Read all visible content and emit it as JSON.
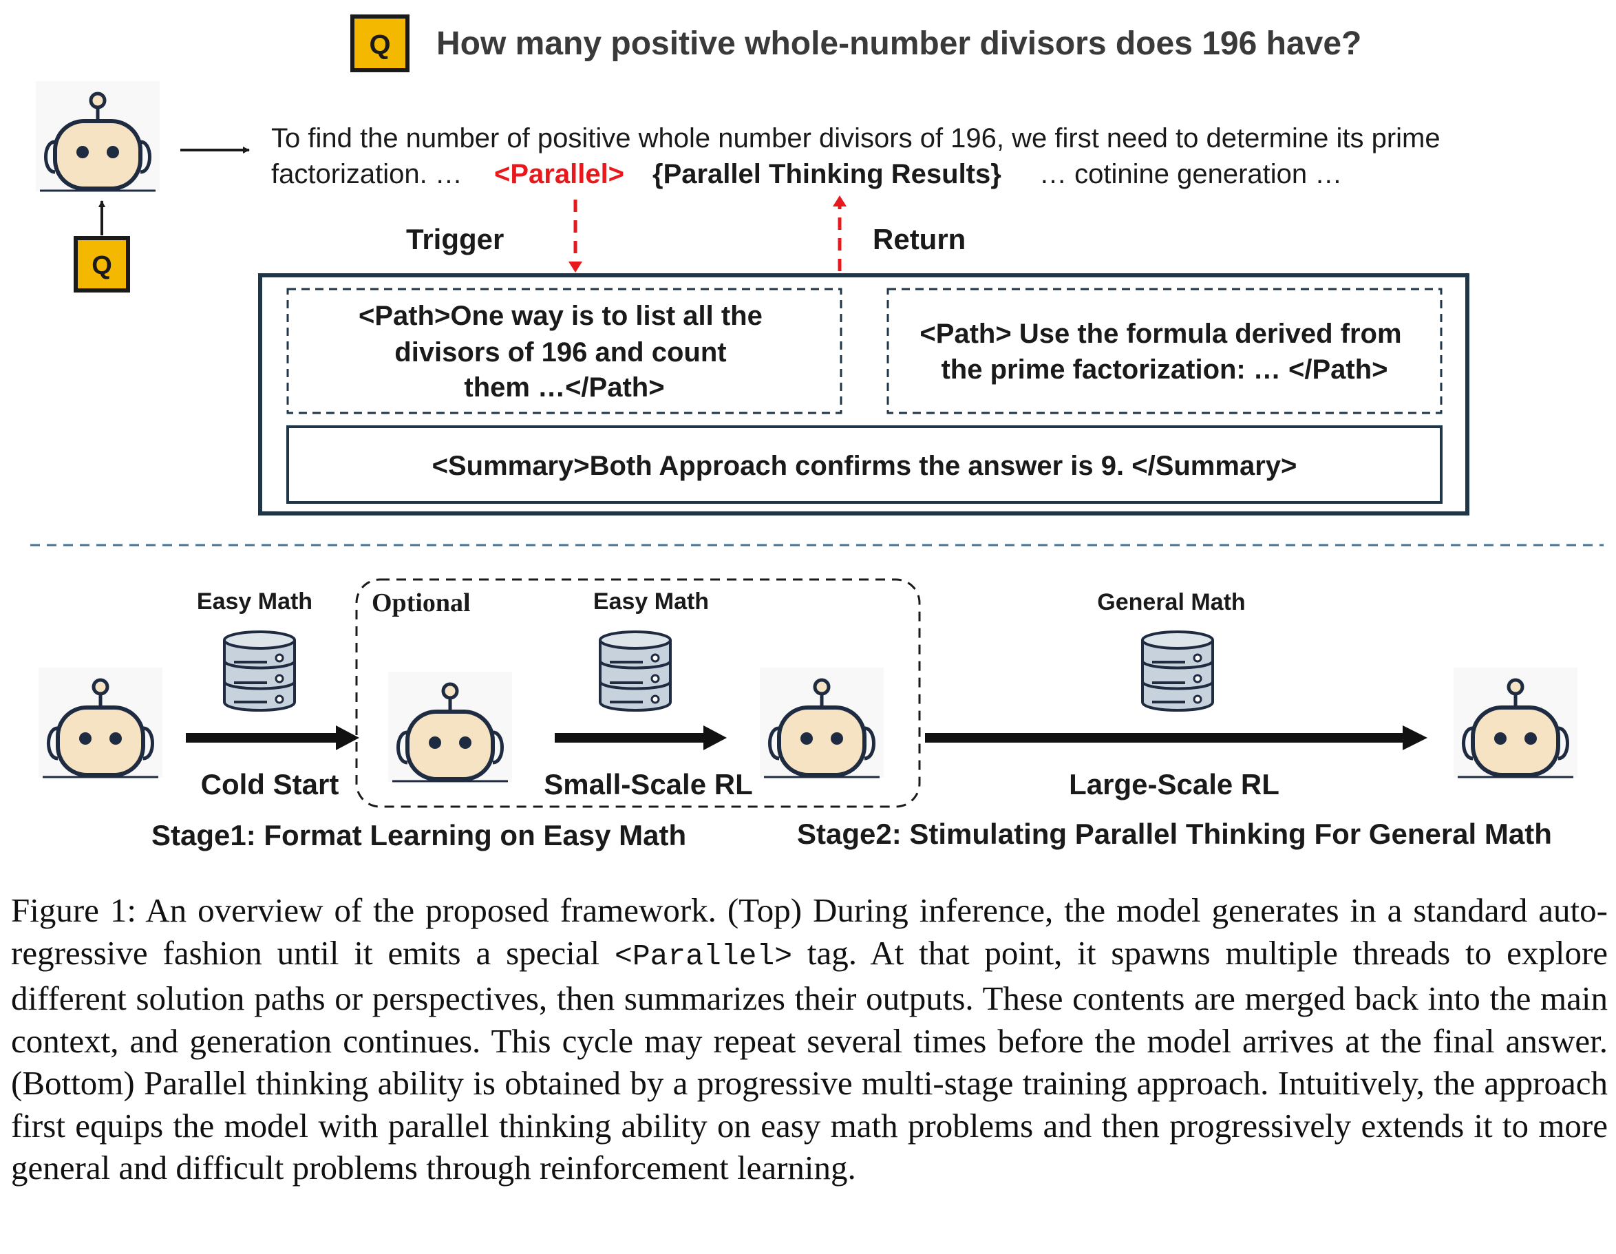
{
  "question": {
    "badge": "Q",
    "text": "How many positive whole-number divisors does 196 have?"
  },
  "generation": {
    "line1": "To find the number of positive whole number divisors of 196, we first need to  determine its prime",
    "line2_prefix": "factorization. …",
    "parallel_tag": "<Parallel>",
    "results": "{Parallel Thinking Results}",
    "line2_suffix": "… cotinine generation …"
  },
  "flow": {
    "trigger": "Trigger",
    "return": "Return",
    "input_badge": "Q"
  },
  "parallel_box": {
    "path1": [
      "<Path>One way is to list all the",
      "divisors of 196 and count",
      "them …</Path>"
    ],
    "path2": [
      "<Path> Use the formula derived from",
      "the prime factorization: … </Path>"
    ],
    "summary": "<Summary>Both Approach confirms the answer is 9. </Summary>"
  },
  "training": {
    "optional": "Optional",
    "datasets": [
      "Easy Math",
      "Easy Math",
      "General Math"
    ],
    "steps": [
      "Cold Start",
      "Small-Scale RL",
      "Large-Scale RL"
    ],
    "stage1": "Stage1: Format Learning on Easy Math",
    "stage2": "Stage2: Stimulating Parallel Thinking For General Math"
  },
  "caption": {
    "part1": "Figure 1: An overview of the proposed framework. (Top) During inference, the model generates in a standard auto-regressive fashion until it emits a special ",
    "tag": "<Parallel>",
    "part2": " tag. At that point, it spawns multiple threads to explore different solution paths or perspectives, then summarizes their outputs. These contents are merged back into the main context, and generation continues. This cycle may repeat several times before the model arrives at the final answer. (Bottom) Parallel thinking ability is obtained by a progressive multi-stage training approach. Intuitively, the approach first equips the model with parallel thinking ability on easy math problems and then progressively extends it to more general and difficult problems through reinforcement learning."
  },
  "colors": {
    "badge_fill": "#f5b800",
    "robot_face": "#f6e3c4",
    "robot_outline": "#1e2b40",
    "parallel_red": "#e8191c",
    "box_border": "#1f3548",
    "separator": "#4a7393",
    "db_fill": "#c8d2dc"
  },
  "icons": [
    "robot-icon",
    "database-icon",
    "arrow-icon"
  ]
}
